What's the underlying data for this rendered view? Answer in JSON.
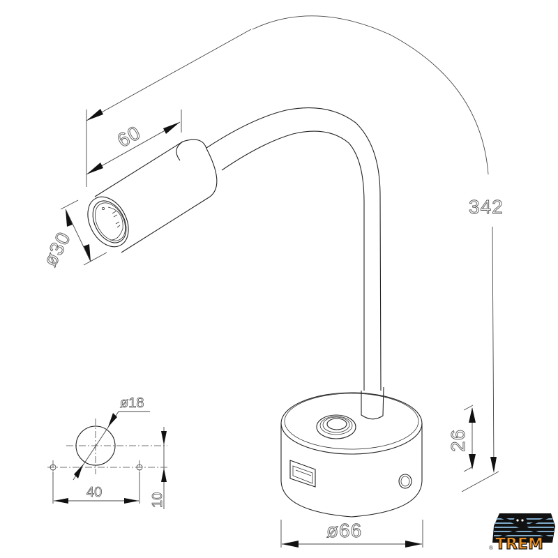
{
  "drawing": {
    "subject": "Flexible gooseneck reading lamp with USB base",
    "dimensions": {
      "head_length": "60",
      "head_diameter": "ø30",
      "total_height": "342",
      "base_height": "26",
      "base_diameter": "ø66",
      "mount_hole_diameter": "ø18",
      "mount_hole_spacing": "40",
      "mount_hole_offset": "10"
    },
    "logo": {
      "text": "TREM",
      "registered_mark": "®",
      "colors": {
        "text": "#f7941d",
        "outline": "#111111",
        "stripes": "#7fa9c9"
      }
    }
  }
}
